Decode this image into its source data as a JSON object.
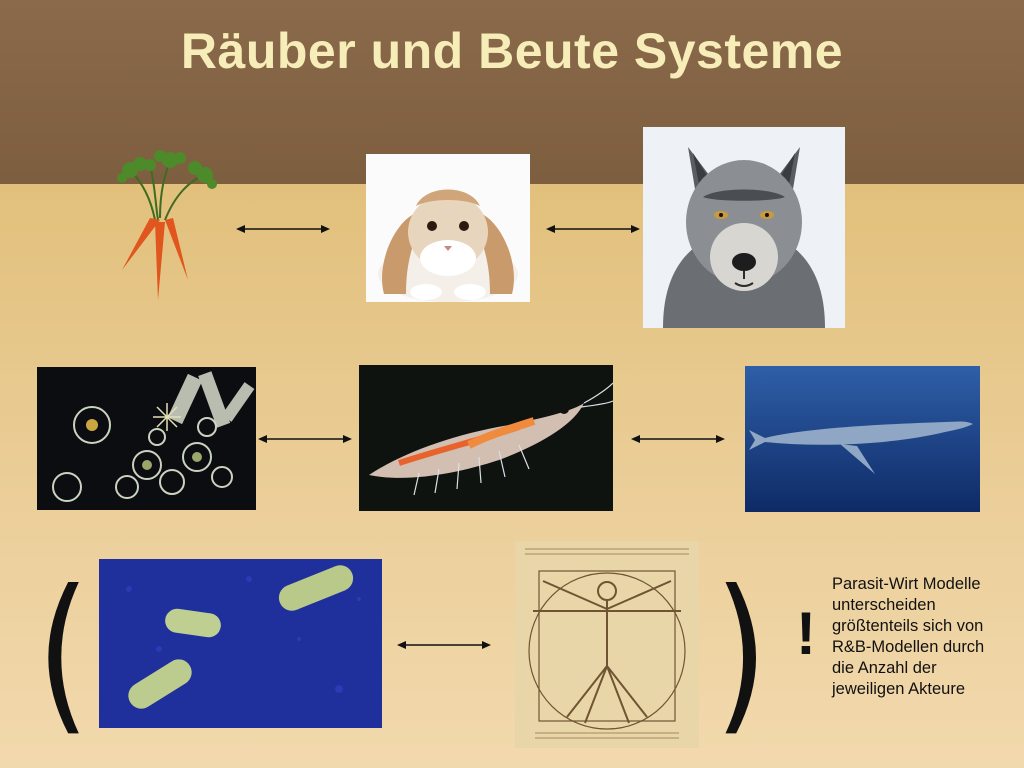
{
  "slide": {
    "title": "Räuber und Beute Systeme",
    "colors": {
      "header": "#7d5e3f",
      "background": "#e8c98a",
      "title_text": "#f7edb8"
    }
  },
  "rows": [
    {
      "items": [
        "carrot-image",
        "rabbit-image",
        "wolf-image"
      ],
      "arrows": [
        "double-arrow",
        "double-arrow"
      ]
    },
    {
      "items": [
        "plankton-image",
        "krill-image",
        "whale-image"
      ],
      "arrows": [
        "double-arrow",
        "double-arrow"
      ]
    },
    {
      "items": [
        "bacteria-image",
        "vitruvian-man-image"
      ],
      "arrows": [
        "double-arrow"
      ]
    }
  ],
  "parasite_note": {
    "open_paren": "(",
    "close_paren": ")",
    "exclamation": "!",
    "lines": [
      "Parasit-Wirt Modelle",
      "unterscheiden",
      "größtenteils sich von",
      "R&B-Modellen durch",
      "die Anzahl der",
      "jeweiligen Akteure"
    ]
  }
}
